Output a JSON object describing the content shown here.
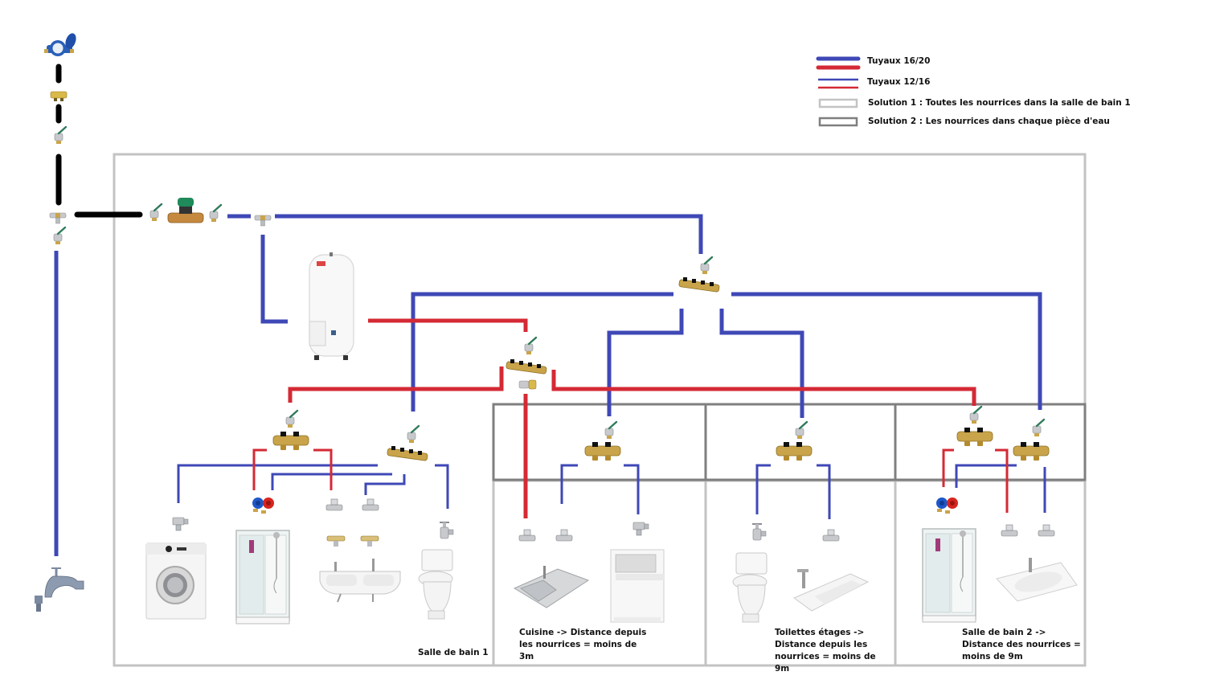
{
  "diagram": {
    "title": "Schéma de distribution d'eau (plomberie) avec nourrices",
    "colors": {
      "cold": "#3f48b6",
      "hot": "#d42a35",
      "supply": "#000000",
      "solution1_frame": "#c3c3c3",
      "solution2_frame": "#7f7f7f",
      "brass": "#c9a44a",
      "chrome": "#b9bcc0",
      "valve_handle": "#2f7a5a"
    },
    "legend": [
      {
        "type": "pipe-16-20",
        "label": "Tuyaux 16/20"
      },
      {
        "type": "pipe-12-16",
        "label": "Tuyaux 12/16"
      },
      {
        "type": "solution-1",
        "label": "Solution 1 : Toutes les nourrices dans la salle de bain 1"
      },
      {
        "type": "solution-2",
        "label": "Solution 2 : Les nourrices dans chaque pièce d'eau"
      }
    ],
    "supply_chain": [
      {
        "id": "water-meter",
        "label": "Compteur d'eau"
      },
      {
        "id": "manifold-brass",
        "label": "Raccord laiton"
      },
      {
        "id": "ball-valve",
        "label": "Vanne"
      },
      {
        "id": "tee",
        "label": "Té"
      },
      {
        "id": "pressure-reducer",
        "label": "Réducteur de pression"
      },
      {
        "id": "water-heater",
        "label": "Chauffe-eau"
      },
      {
        "id": "outdoor-tap",
        "label": "Robinet extérieur"
      }
    ],
    "rooms": [
      {
        "id": "salle-de-bain-1",
        "label": "Salle de bain 1",
        "fixtures": [
          "Lave-linge",
          "Douche",
          "Double vasque",
          "WC"
        ]
      },
      {
        "id": "cuisine",
        "label": "Cuisine -> Distance depuis les nourrices = moins de 3m",
        "fixtures": [
          "Évier",
          "Lave-vaisselle"
        ]
      },
      {
        "id": "toilettes-etages",
        "label": "Toilettes étages -> Distance depuis les nourrices = moins de 9m",
        "fixtures": [
          "WC",
          "Lave-mains"
        ]
      },
      {
        "id": "salle-de-bain-2",
        "label": "Salle de bain 2 -> Distance des nourrices = moins de 9m",
        "fixtures": [
          "Douche",
          "Vasque"
        ]
      }
    ]
  }
}
